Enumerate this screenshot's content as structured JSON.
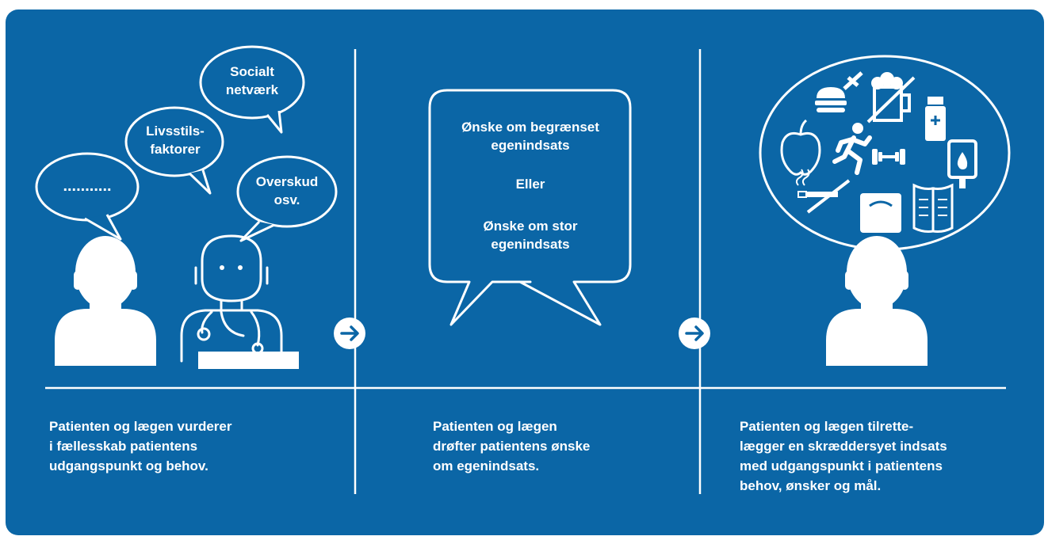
{
  "colors": {
    "background": "#0b66a6",
    "foreground": "#ffffff"
  },
  "step1": {
    "bubbles": {
      "dots": "...........",
      "lifestyle": "Livsstils-\nfaktorer",
      "social": "Socialt\nnetværk",
      "surplus": "Overskud\nosv."
    },
    "caption": "Patienten og lægen vurderer\ni fællesskab patientens\nudgangspunkt og behov."
  },
  "step2": {
    "line1": "Ønske om begrænset\negenindsats",
    "line2": "Eller",
    "line3": "Ønske om stor\negenindsats",
    "caption": "Patienten og lægen\ndrøfter patientens ønske\nom egenindsats."
  },
  "step3": {
    "icons": [
      "burger-crossed-icon",
      "beer-crossed-icon",
      "pill-bottle-icon",
      "apple-icon",
      "runner-icon",
      "dumbbell-icon",
      "glucose-meter-icon",
      "no-smoking-icon",
      "scale-icon",
      "book-icon"
    ],
    "caption": "Patienten og lægen tilrette-\nlægger en skræddersyet indsats\nmed udgangspunkt i patientens\nbehov, ønsker og mål."
  },
  "arrows": [
    "arrow-right-icon",
    "arrow-right-icon"
  ]
}
